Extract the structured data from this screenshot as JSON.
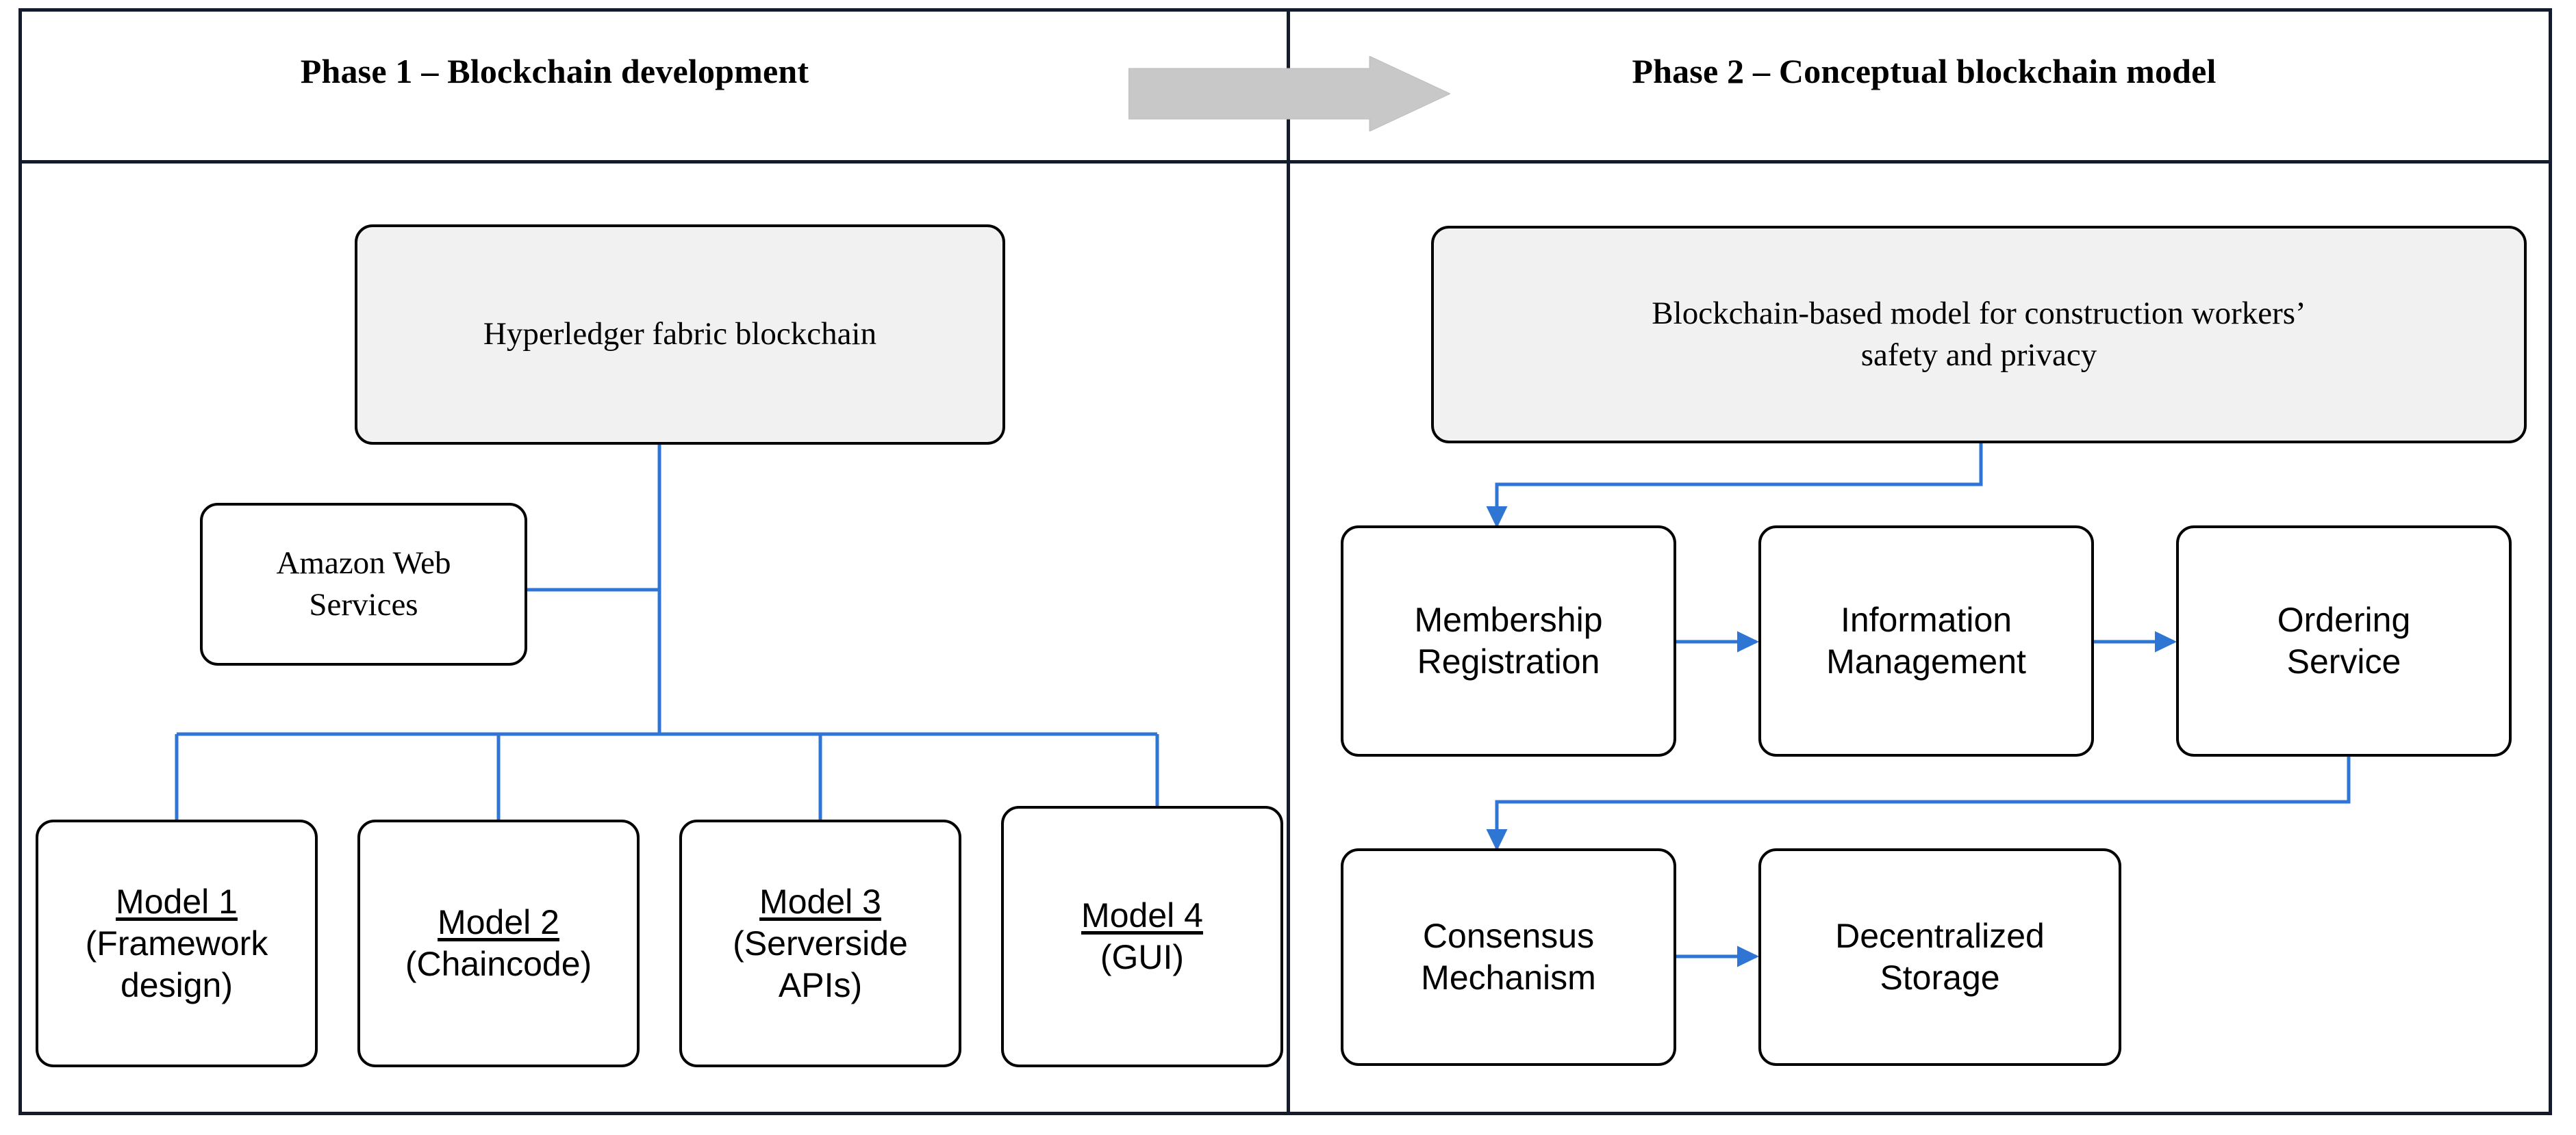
{
  "figure": {
    "border_color": "#141b2d",
    "connector_color": "#2e75d4",
    "shaded_fill": "#f1f1f1",
    "arrow_fill": "#c8c8c8"
  },
  "phases": {
    "phase1": {
      "title": "Phase 1 – Blockchain development"
    },
    "phase2": {
      "title": "Phase 2 – Conceptual blockchain model"
    }
  },
  "transition_arrow": {
    "name": "phase-transition-arrow",
    "direction": "right"
  },
  "phase1_nodes": {
    "root": {
      "label": "Hyperledger fabric blockchain"
    },
    "aws": {
      "label": "Amazon Web\nServices",
      "line1": "Amazon Web",
      "line2": "Services"
    },
    "models": [
      {
        "title": "Model 1",
        "subtitle": "(Framework design)",
        "sub_line1": "(Framework",
        "sub_line2": "design)"
      },
      {
        "title": "Model 2",
        "subtitle": "(Chaincode)",
        "sub_line1": "(Chaincode)",
        "sub_line2": ""
      },
      {
        "title": "Model 3",
        "subtitle": "(Serverside APIs)",
        "sub_line1": "(Serverside",
        "sub_line2": "APIs)"
      },
      {
        "title": "Model 4",
        "subtitle": "(GUI)",
        "sub_line1": "(GUI)",
        "sub_line2": ""
      }
    ]
  },
  "phase2_nodes": {
    "root": {
      "label": "Blockchain-based model for construction workers’ safety and privacy",
      "line1": "Blockchain-based model for construction workers’",
      "line2": "safety and privacy"
    },
    "row1": [
      {
        "line1": "Membership",
        "line2": "Registration"
      },
      {
        "line1": "Information",
        "line2": "Management"
      },
      {
        "line1": "Ordering",
        "line2": "Service"
      }
    ],
    "row2": [
      {
        "line1": "Consensus",
        "line2": "Mechanism"
      },
      {
        "line1": "Decentralized",
        "line2": "Storage"
      }
    ]
  },
  "chart_data": {
    "type": "diagram",
    "title": "Two-phase blockchain research framework",
    "panels": [
      {
        "name": "Phase 1 – Blockchain development",
        "nodes": [
          "Hyperledger fabric blockchain",
          "Amazon Web Services",
          "Model 1 (Framework design)",
          "Model 2 (Chaincode)",
          "Model 3 (Serverside APIs)",
          "Model 4 (GUI)"
        ],
        "edges": [
          [
            "Hyperledger fabric blockchain",
            "Amazon Web Services"
          ],
          [
            "Hyperledger fabric blockchain",
            "Model 1 (Framework design)"
          ],
          [
            "Hyperledger fabric blockchain",
            "Model 2 (Chaincode)"
          ],
          [
            "Hyperledger fabric blockchain",
            "Model 3 (Serverside APIs)"
          ],
          [
            "Hyperledger fabric blockchain",
            "Model 4 (GUI)"
          ]
        ]
      },
      {
        "name": "Phase 2 – Conceptual blockchain model",
        "nodes": [
          "Blockchain-based model for construction workers’ safety and privacy",
          "Membership Registration",
          "Information Management",
          "Ordering Service",
          "Consensus Mechanism",
          "Decentralized Storage"
        ],
        "edges": [
          [
            "Blockchain-based model for construction workers’ safety and privacy",
            "Membership Registration"
          ],
          [
            "Membership Registration",
            "Information Management"
          ],
          [
            "Information Management",
            "Ordering Service"
          ],
          [
            "Ordering Service",
            "Consensus Mechanism"
          ],
          [
            "Consensus Mechanism",
            "Decentralized Storage"
          ]
        ]
      }
    ]
  }
}
